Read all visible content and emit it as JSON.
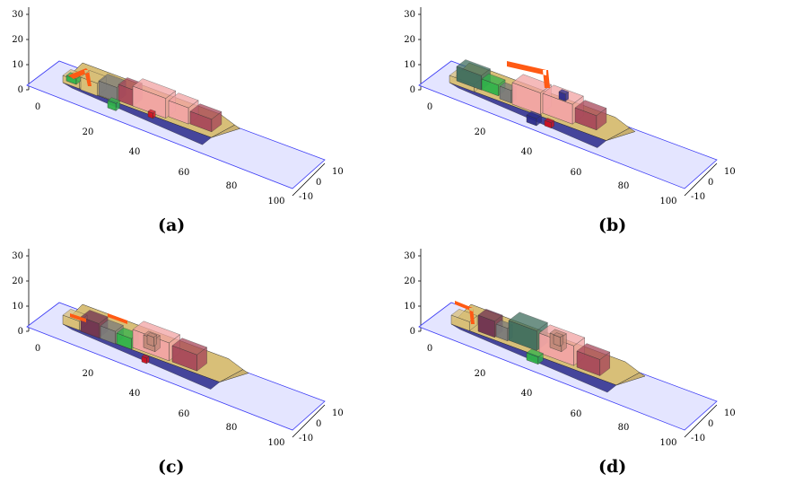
{
  "panels": [
    {
      "caption": "(a)"
    },
    {
      "caption": "(b)"
    },
    {
      "caption": "(c)"
    },
    {
      "caption": "(d)"
    }
  ],
  "axes": {
    "z_ticks": [
      "0",
      "10",
      "20",
      "30"
    ],
    "x_ticks": [
      "0",
      "20",
      "40",
      "60",
      "80",
      "100"
    ],
    "y_ticks": [
      "-10",
      "0",
      "10"
    ]
  },
  "colors": {
    "water_plane": "#dfe0ff",
    "water_edge": "#3a3af5",
    "deck_tan": "#d8bf78",
    "superstructure_pink": "#f2a4a4",
    "superstructure_dark": "#a8485a",
    "crane_orange": "#ff5a14",
    "module_green": "#2fb24a",
    "module_navy": "#2a2a8a",
    "module_teal": "#3f6e5e",
    "module_grey": "#7a7a7a",
    "module_brown": "#c08878",
    "module_purple": "#6e3050"
  }
}
